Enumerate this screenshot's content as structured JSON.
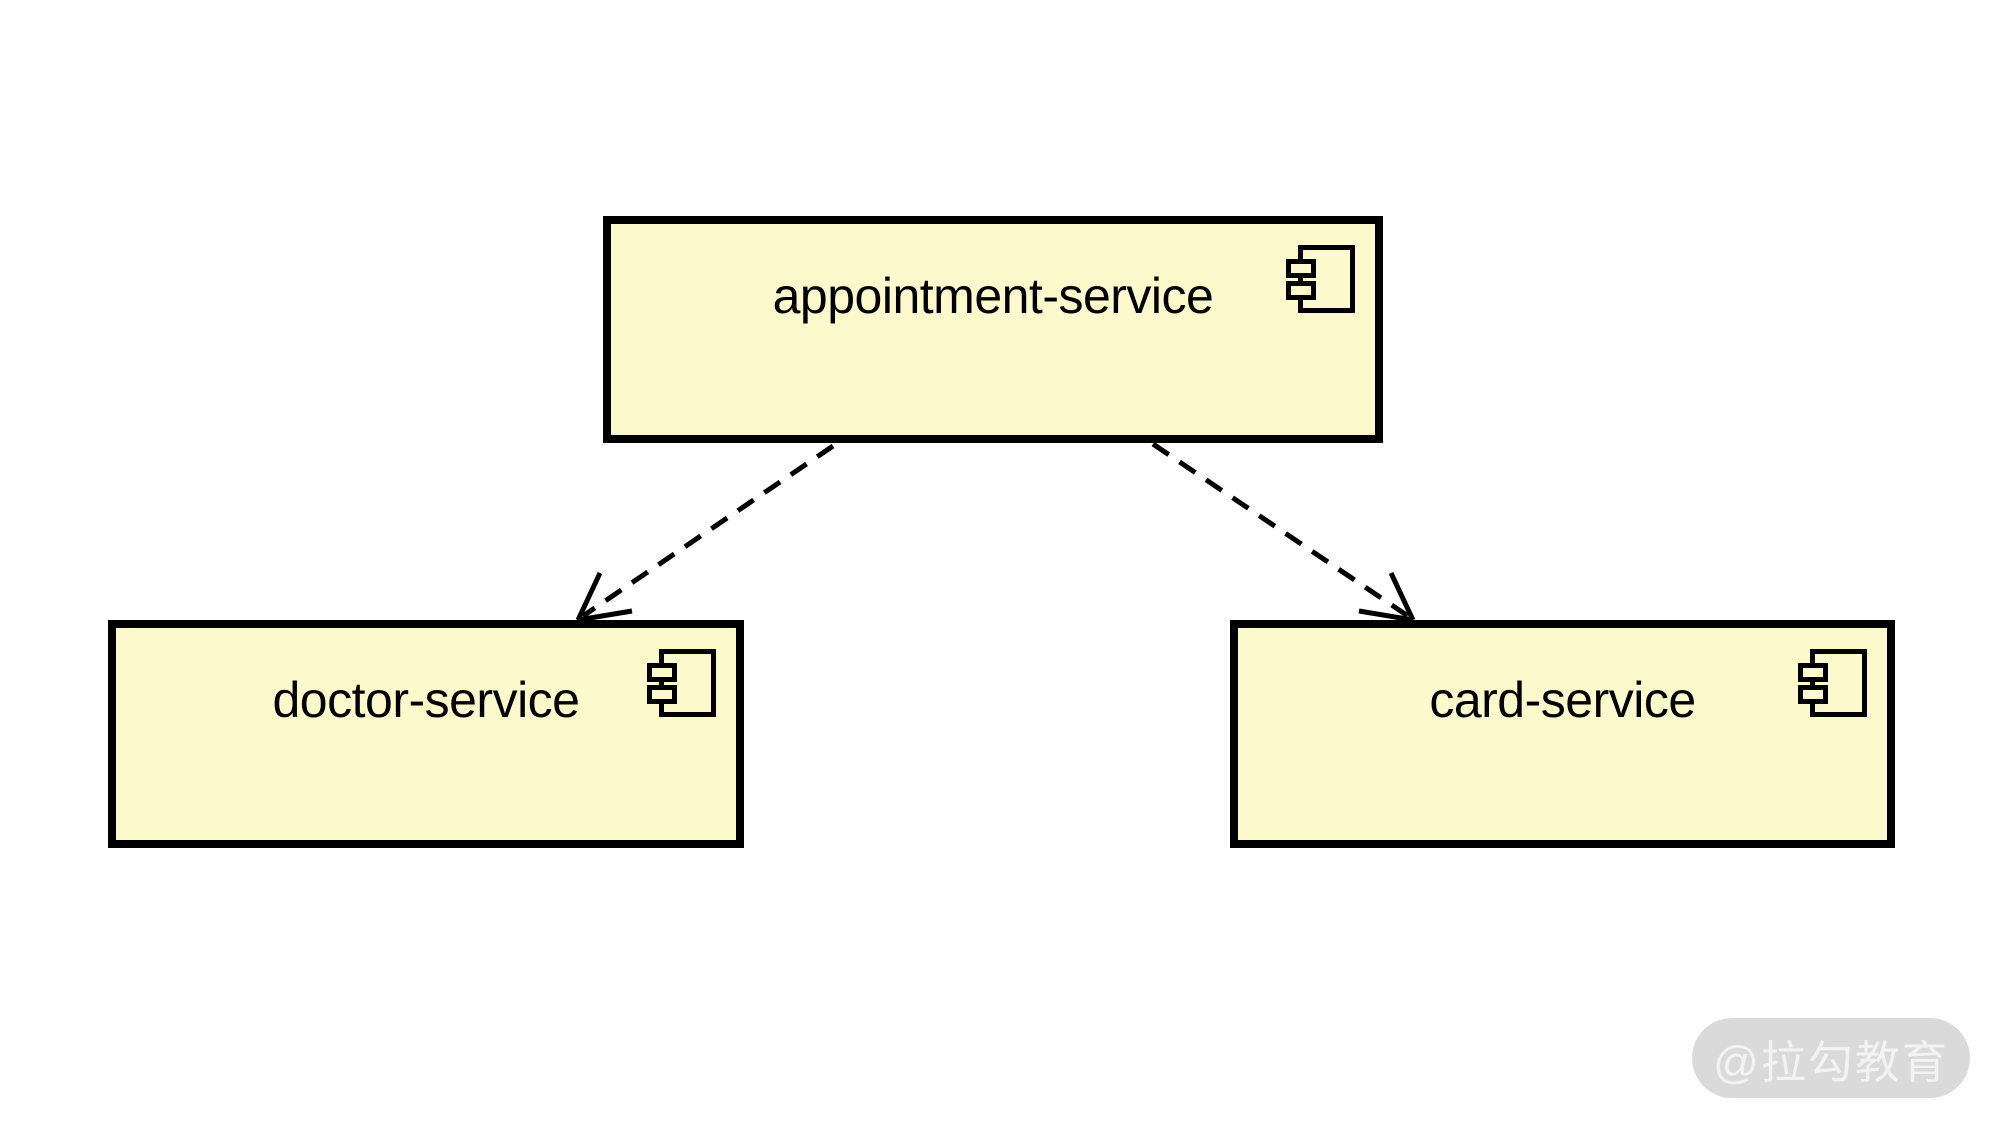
{
  "diagram": {
    "type": "uml-component-diagram",
    "components": [
      {
        "id": "appointment-service",
        "label": "appointment-service"
      },
      {
        "id": "doctor-service",
        "label": "doctor-service"
      },
      {
        "id": "card-service",
        "label": "card-service"
      }
    ],
    "relations": [
      {
        "from": "appointment-service",
        "to": "doctor-service",
        "line": "dashed",
        "arrowhead": "open"
      },
      {
        "from": "appointment-service",
        "to": "card-service",
        "line": "dashed",
        "arrowhead": "open"
      }
    ],
    "colors": {
      "background": "#ffffff",
      "component_fill": "#fcfacd",
      "component_border": "#000000",
      "label_text": "#000000"
    }
  },
  "watermark": {
    "label": "@拉勾教育",
    "background": "#dadada",
    "text_color": "#f3f3f3"
  }
}
